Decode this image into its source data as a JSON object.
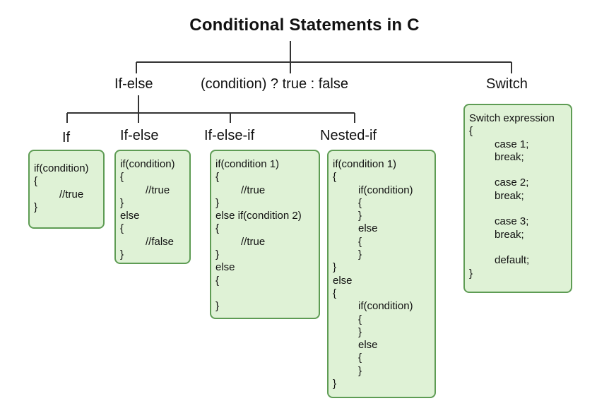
{
  "title": "Conditional Statements in C",
  "categories": {
    "ifelse": "If-else",
    "ternary": "(condition) ? true : false",
    "switch": "Switch"
  },
  "subtypes": {
    "if": "If",
    "ifelse": "If-else",
    "ifelseif": "If-else-if",
    "nestedif": "Nested-if"
  },
  "boxes": {
    "if": [
      "if(condition)",
      "{",
      "//true",
      "}"
    ],
    "ifelse": [
      "if(condition)",
      "{",
      "//true",
      "}",
      "else",
      "{",
      "//false",
      "}"
    ],
    "ifelseif": [
      "if(condition 1)",
      "{",
      "//true",
      "}",
      "else if(condition 2)",
      "{",
      "//true",
      "}",
      "else",
      "{",
      "",
      "}"
    ],
    "nestedif": [
      "if(condition 1)",
      "{",
      "if(condition)",
      "{",
      "}",
      "else",
      "{",
      "}",
      "}",
      "else",
      "{",
      "if(condition)",
      "{",
      "}",
      "else",
      "{",
      "}",
      "}"
    ],
    "switch": [
      "Switch expression",
      "{",
      "case 1;",
      "break;",
      "",
      "case 2;",
      "break;",
      "",
      "case 3;",
      "break;",
      "",
      "default;",
      "}"
    ]
  },
  "colors": {
    "box_fill": "#dff2d6",
    "box_border": "#5e9c54",
    "line": "#333333"
  }
}
